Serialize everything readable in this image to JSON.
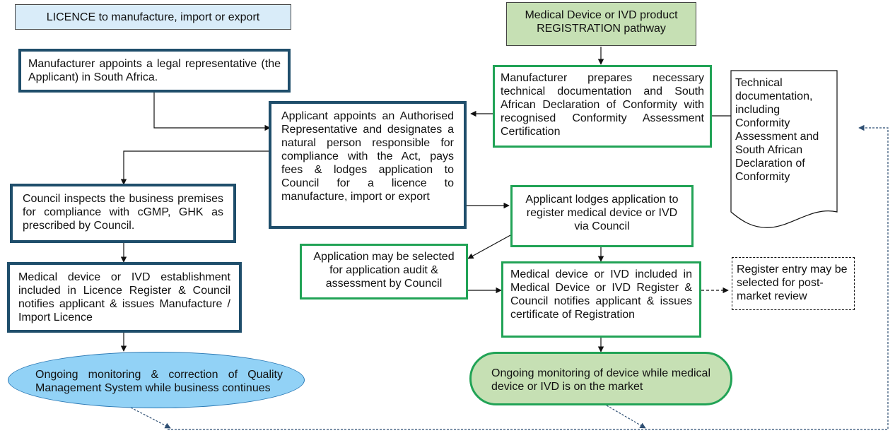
{
  "licence_header": "LICENCE to manufacture, import or export",
  "registration_header": "Medical Device or IVD product REGISTRATION pathway",
  "left": {
    "appoint_legal_rep": "Manufacturer appoints a legal representative (the Applicant) in South Africa.",
    "council_inspects": "Council inspects the business premises for compliance with cGMP, GHK as prescribed by Council.",
    "establishment_included": "Medical device or IVD establishment included in Licence Register & Council notifies applicant & issues Manufacture / Import Licence",
    "ongoing_qms": "Ongoing monitoring & correction of Quality Management System while business continues"
  },
  "center": {
    "applicant_appoints": "Applicant appoints an Authorised Representative and designates a natural person responsible for compliance with the Act, pays fees & lodges application to Council for a licence to manufacture, import or export",
    "audit_selection": "Application may be selected for application audit & assessment by Council"
  },
  "right": {
    "prepares_docs": "Manufacturer prepares necessary technical documentation and South African Declaration of Conformity with recognised Conformity Assessment Certification",
    "tech_doc": "Technical documentation, including Conformity Assessment and South African Declaration of Conformity",
    "lodges_application": "Applicant lodges application to register medical device or IVD via Council",
    "included_register": "Medical device or IVD included in Medical Device or IVD Register & Council notifies applicant & issues certificate of Registration",
    "post_market": "Register entry may be selected for post-market review",
    "ongoing_device": "Ongoing monitoring of device while medical device or IVD is on the market"
  },
  "colors": {
    "licence_header_fill": "#d9ecf9",
    "registration_header_fill": "#c6e0b4",
    "blue_border": "#1f4e6b",
    "green_border": "#21a356",
    "blue_oval_fill": "#92d2f6",
    "green_oval_fill": "#c6e0b4"
  }
}
